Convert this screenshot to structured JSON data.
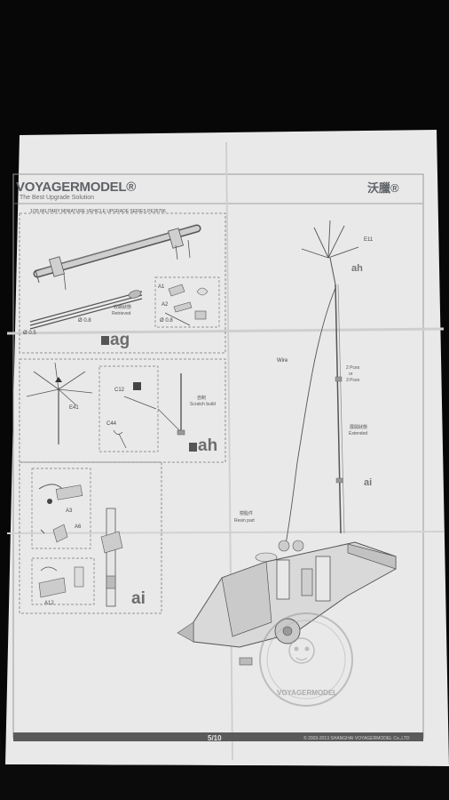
{
  "header": {
    "brand": "VOYAGERMODEL®",
    "tagline": "The Best Upgrade Solution",
    "brand_cn": "沃臘®",
    "series": "1/35 MILITARY MINIATURE VEHICLE  UPGRADE SERIES PE35796"
  },
  "step_ag": {
    "step_label": "ag",
    "dim_0_8_top": "Ø 0.8",
    "dim_0_5": "Ø 0.5",
    "retrieved_cn": "收納狀態",
    "retrieved": "Retrieved",
    "part_a1": "A1",
    "part_a2": "A2",
    "dim_0_8_detail": "Ø 0.8"
  },
  "step_ah": {
    "step_label": "ah",
    "part_e41": "E41",
    "part_c12": "C12",
    "part_c44": "C44",
    "scratch_cn": "自制",
    "scratch": "Scratch build"
  },
  "step_ai": {
    "step_label": "ai",
    "part_a3": "A3",
    "part_a6": "A6",
    "part_a12": "A12"
  },
  "main": {
    "part_e11": "E11",
    "label_ah": "ah",
    "wire": "Wire",
    "pces_line1": "2 Pces",
    "pces_line2": "or",
    "pces_line3": "3 Pces",
    "extended_cn": "展開狀態",
    "extended": "Extended",
    "label_ai": "ai",
    "resin_cn": "樹脂件",
    "resin": "Resin part",
    "watermark": "VOYAGERMODEL"
  },
  "footer": {
    "page": "5/10",
    "copyright": "© 2003-2013 SHANGHAI VOYAGERMODEL Co.,LTD"
  },
  "colors": {
    "background": "#070707",
    "paper": "#e9e9e9",
    "ink": "#333333",
    "footer_bar": "#5a5a5a"
  }
}
